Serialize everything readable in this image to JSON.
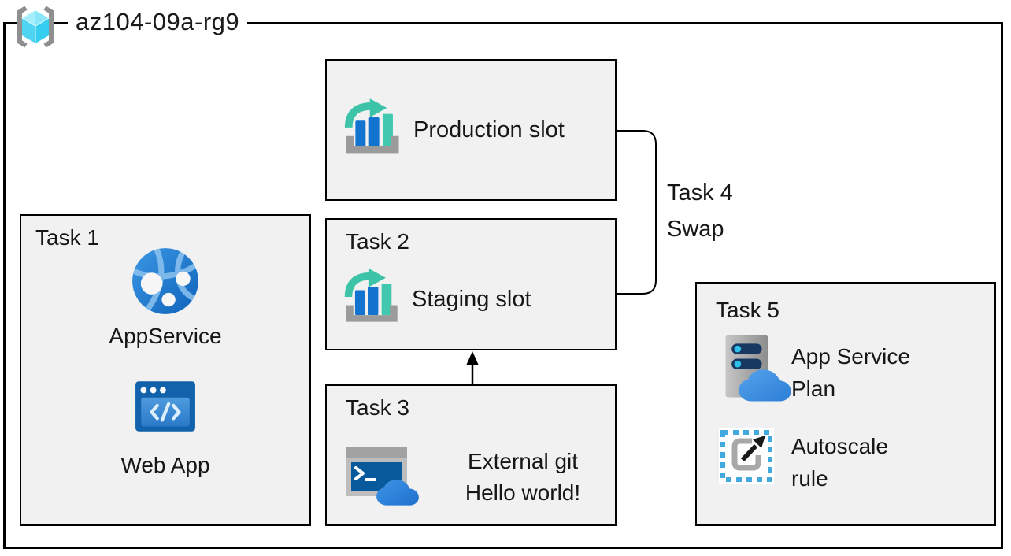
{
  "header": {
    "title": "az104-09a-rg9",
    "icon": "resource-group-icon"
  },
  "production": {
    "label": "Production slot",
    "icon": "deployment-slot-icon"
  },
  "task1": {
    "heading": "Task 1",
    "app_service": {
      "label": "AppService",
      "icon": "app-service-icon"
    },
    "web_app": {
      "label": "Web App",
      "icon": "web-app-icon"
    }
  },
  "task2": {
    "heading": "Task 2",
    "label": "Staging slot",
    "icon": "deployment-slot-icon"
  },
  "task3": {
    "heading": "Task 3",
    "line1": "External git",
    "line2": "Hello world!",
    "icon": "cloud-shell-icon"
  },
  "task4": {
    "heading": "Task 4",
    "label": "Swap"
  },
  "task5": {
    "heading": "Task 5",
    "app_service_plan": {
      "label": "App Service Plan",
      "icon": "app-service-plan-icon"
    },
    "autoscale": {
      "label": "Autoscale rule",
      "icon": "autoscale-rule-icon"
    }
  },
  "colors": {
    "box_fill": "#f1f1f1",
    "border": "#000000",
    "azure_blue": "#1374cf",
    "teal_accent": "#3cc3a8",
    "cube_cyan": "#50d7f2",
    "tray_gray": "#9b9b9b",
    "terminal_blue": "#085a9c",
    "dashed_cyan": "#41a9dd"
  }
}
